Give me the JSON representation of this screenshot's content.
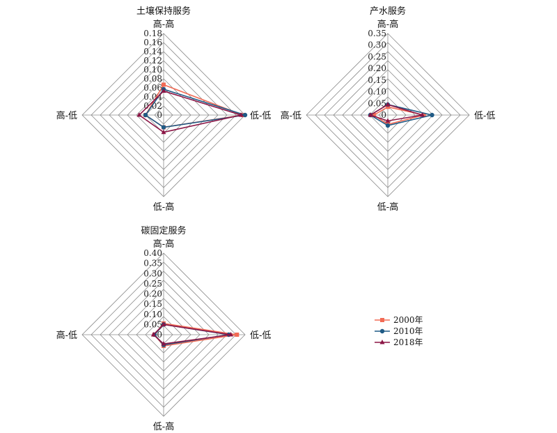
{
  "colors": {
    "2000年": "#f26b55",
    "2010年": "#1f5a85",
    "2018年": "#8b1545",
    "grid": "#8c8c8c"
  },
  "legend": {
    "items": [
      {
        "label": "2000年",
        "marker": "square"
      },
      {
        "label": "2010年",
        "marker": "circle"
      },
      {
        "label": "2018年",
        "marker": "triangle"
      }
    ]
  },
  "chart_data": [
    {
      "type": "radar",
      "title": "土壤保持服务",
      "axes": [
        "高-高",
        "低-低",
        "低-高",
        "高-低"
      ],
      "ticks": [
        "0",
        "0.02",
        "0.04",
        "0.06",
        "0.08",
        "0.10",
        "0.12",
        "0.14",
        "0.16",
        "0.18"
      ],
      "rmax": 0.18,
      "grid": true,
      "series": [
        {
          "name": "2000年",
          "values": [
            0.067,
            0.175,
            0.027,
            0.04
          ]
        },
        {
          "name": "2010年",
          "values": [
            0.057,
            0.18,
            0.027,
            0.04
          ]
        },
        {
          "name": "2018年",
          "values": [
            0.053,
            0.171,
            0.038,
            0.054
          ]
        }
      ]
    },
    {
      "type": "radar",
      "title": "产水服务",
      "axes": [
        "高-高",
        "低-低",
        "低-高",
        "高-低"
      ],
      "ticks": [
        "0",
        "0.05",
        "0.10",
        "0.15",
        "0.20",
        "0.25",
        "0.30",
        "0.35"
      ],
      "rmax": 0.35,
      "grid": true,
      "series": [
        {
          "name": "2000年",
          "values": [
            0.035,
            0.155,
            0.04,
            0.06
          ]
        },
        {
          "name": "2010年",
          "values": [
            0.045,
            0.19,
            0.045,
            0.075
          ]
        },
        {
          "name": "2018年",
          "values": [
            0.045,
            0.148,
            0.025,
            0.075
          ]
        }
      ]
    },
    {
      "type": "radar",
      "title": "碳固定服务",
      "axes": [
        "高-高",
        "低-低",
        "低-高",
        "高-低"
      ],
      "ticks": [
        "0",
        "0.05",
        "0.10",
        "0.15",
        "0.20",
        "0.25",
        "0.30",
        "0.35",
        "0.40"
      ],
      "rmax": 0.4,
      "grid": true,
      "series": [
        {
          "name": "2000年",
          "values": [
            0.055,
            0.36,
            0.055,
            0.045
          ]
        },
        {
          "name": "2010年",
          "values": [
            0.05,
            0.32,
            0.05,
            0.045
          ]
        },
        {
          "name": "2018年",
          "values": [
            0.05,
            0.33,
            0.045,
            0.05
          ]
        }
      ]
    }
  ]
}
